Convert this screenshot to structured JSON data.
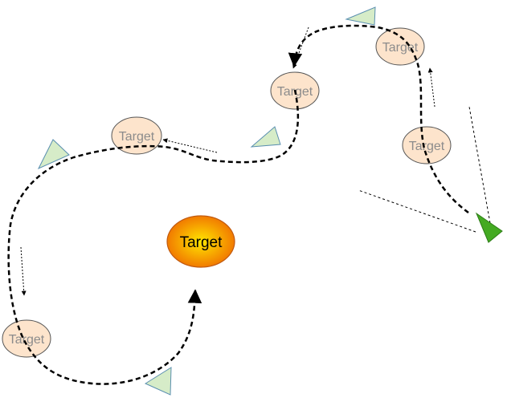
{
  "diagram": {
    "goal": {
      "label": "Target"
    },
    "waypoints": [
      {
        "label": "Target"
      },
      {
        "label": "Target"
      },
      {
        "label": "Target"
      },
      {
        "label": "Target"
      },
      {
        "label": "Target"
      }
    ]
  },
  "colors": {
    "goal_gradient_inner": "#ffe600",
    "goal_gradient_outer": "#f07000",
    "goal_stroke": "#c05a10",
    "waypoint_fill": "#fde4cc",
    "waypoint_stroke": "#555555",
    "ghost_pointer_fill": "#d6ecc8",
    "ghost_pointer_stroke": "#5a8fb0",
    "active_pointer_fill": "#44aa22",
    "active_pointer_stroke": "#2e7d18",
    "path": "#000000"
  }
}
